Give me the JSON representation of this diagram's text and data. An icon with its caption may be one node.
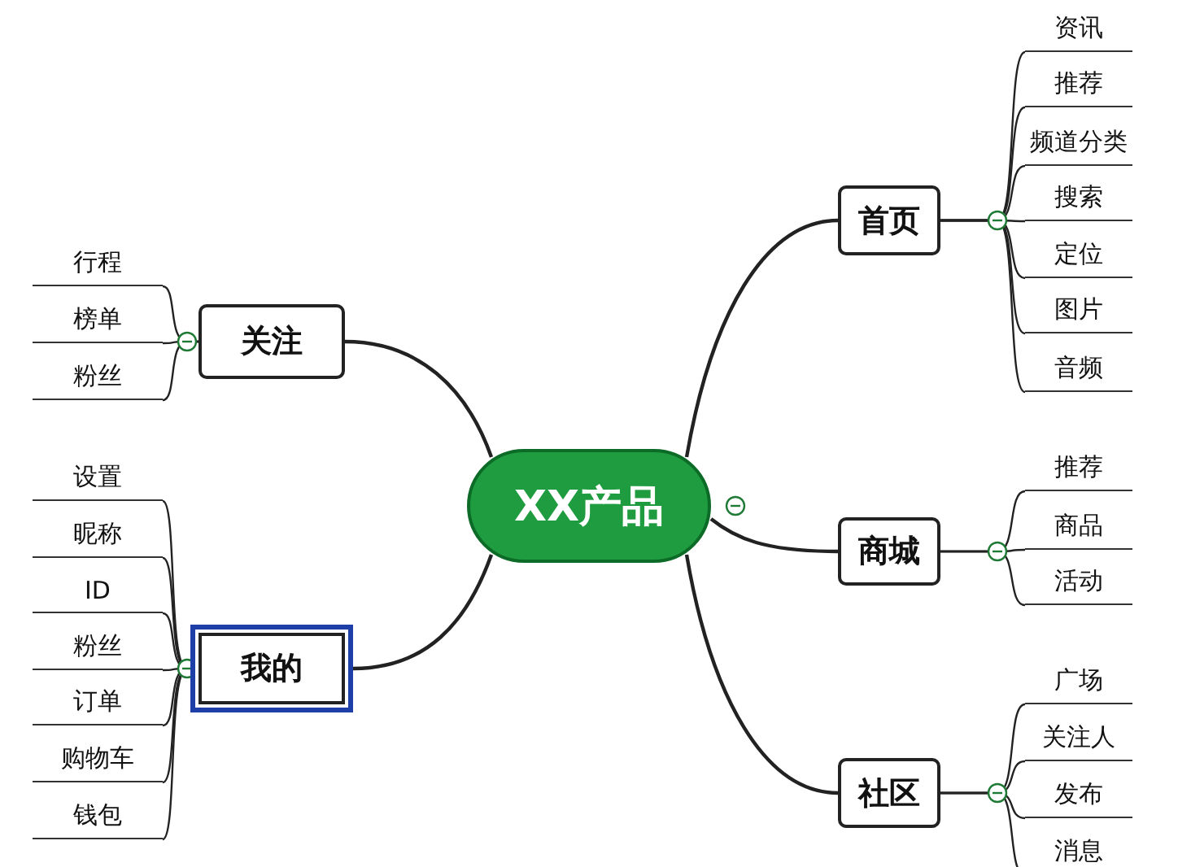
{
  "diagram": {
    "nodes": [
      {
        "text": [
          "XX产品"
        ]
      },
      {
        "text": [
          "首页"
        ]
      },
      {
        "text": [
          "资讯"
        ]
      },
      {
        "text": [
          "推荐"
        ]
      },
      {
        "text": [
          "频道分类"
        ]
      },
      {
        "text": [
          "搜索"
        ]
      },
      {
        "text": [
          "定位"
        ]
      },
      {
        "text": [
          "图片"
        ]
      },
      {
        "text": [
          "音频"
        ]
      },
      {
        "text": [
          "关注"
        ]
      },
      {
        "text": [
          "行程"
        ]
      },
      {
        "text": [
          "榜单"
        ]
      },
      {
        "text": [
          "粉丝"
        ]
      },
      {
        "text": [
          "商城"
        ]
      },
      {
        "text": [
          "推荐"
        ]
      },
      {
        "text": [
          "商品"
        ]
      },
      {
        "text": [
          "活动"
        ]
      },
      {
        "text": [
          "我的"
        ]
      },
      {
        "text": [
          "设置"
        ]
      },
      {
        "text": [
          "昵称"
        ]
      },
      {
        "text": [
          "ID"
        ]
      },
      {
        "text": [
          "粉丝"
        ]
      },
      {
        "text": [
          "订单"
        ]
      },
      {
        "text": [
          "购物车"
        ]
      },
      {
        "text": [
          "钱包"
        ]
      },
      {
        "text": [
          "社区"
        ]
      },
      {
        "text": [
          "广场"
        ]
      },
      {
        "text": [
          "关注人"
        ]
      },
      {
        "text": [
          "发布"
        ]
      },
      {
        "text": [
          "消息"
        ]
      }
    ],
    "edges": [
      {
        "from": 0,
        "to": 1,
        "arrow": "none"
      },
      {
        "from": 1,
        "to": 2,
        "arrow": "none"
      },
      {
        "from": 1,
        "to": 3,
        "arrow": "none"
      },
      {
        "from": 1,
        "to": 4,
        "arrow": "none"
      },
      {
        "from": 1,
        "to": 5,
        "arrow": "none"
      },
      {
        "from": 1,
        "to": 6,
        "arrow": "none"
      },
      {
        "from": 1,
        "to": 7,
        "arrow": "none"
      },
      {
        "from": 1,
        "to": 8,
        "arrow": "none"
      },
      {
        "from": 0,
        "to": 9,
        "arrow": "none"
      },
      {
        "from": 9,
        "to": 10,
        "arrow": "none"
      },
      {
        "from": 9,
        "to": 11,
        "arrow": "none"
      },
      {
        "from": 9,
        "to": 12,
        "arrow": "none"
      },
      {
        "from": 0,
        "to": 13,
        "arrow": "none"
      },
      {
        "from": 13,
        "to": 14,
        "arrow": "none"
      },
      {
        "from": 13,
        "to": 15,
        "arrow": "none"
      },
      {
        "from": 13,
        "to": 16,
        "arrow": "none"
      },
      {
        "from": 0,
        "to": 17,
        "arrow": "none"
      },
      {
        "from": 17,
        "to": 18,
        "arrow": "none"
      },
      {
        "from": 17,
        "to": 19,
        "arrow": "none"
      },
      {
        "from": 17,
        "to": 20,
        "arrow": "none"
      },
      {
        "from": 17,
        "to": 21,
        "arrow": "none"
      },
      {
        "from": 17,
        "to": 22,
        "arrow": "none"
      },
      {
        "from": 17,
        "to": 23,
        "arrow": "none"
      },
      {
        "from": 17,
        "to": 24,
        "arrow": "none"
      },
      {
        "from": 0,
        "to": 25,
        "arrow": "none"
      },
      {
        "from": 25,
        "to": 26,
        "arrow": "none"
      },
      {
        "from": 25,
        "to": 27,
        "arrow": "none"
      },
      {
        "from": 25,
        "to": 28,
        "arrow": "none"
      },
      {
        "from": 25,
        "to": 29,
        "arrow": "none"
      }
    ]
  }
}
